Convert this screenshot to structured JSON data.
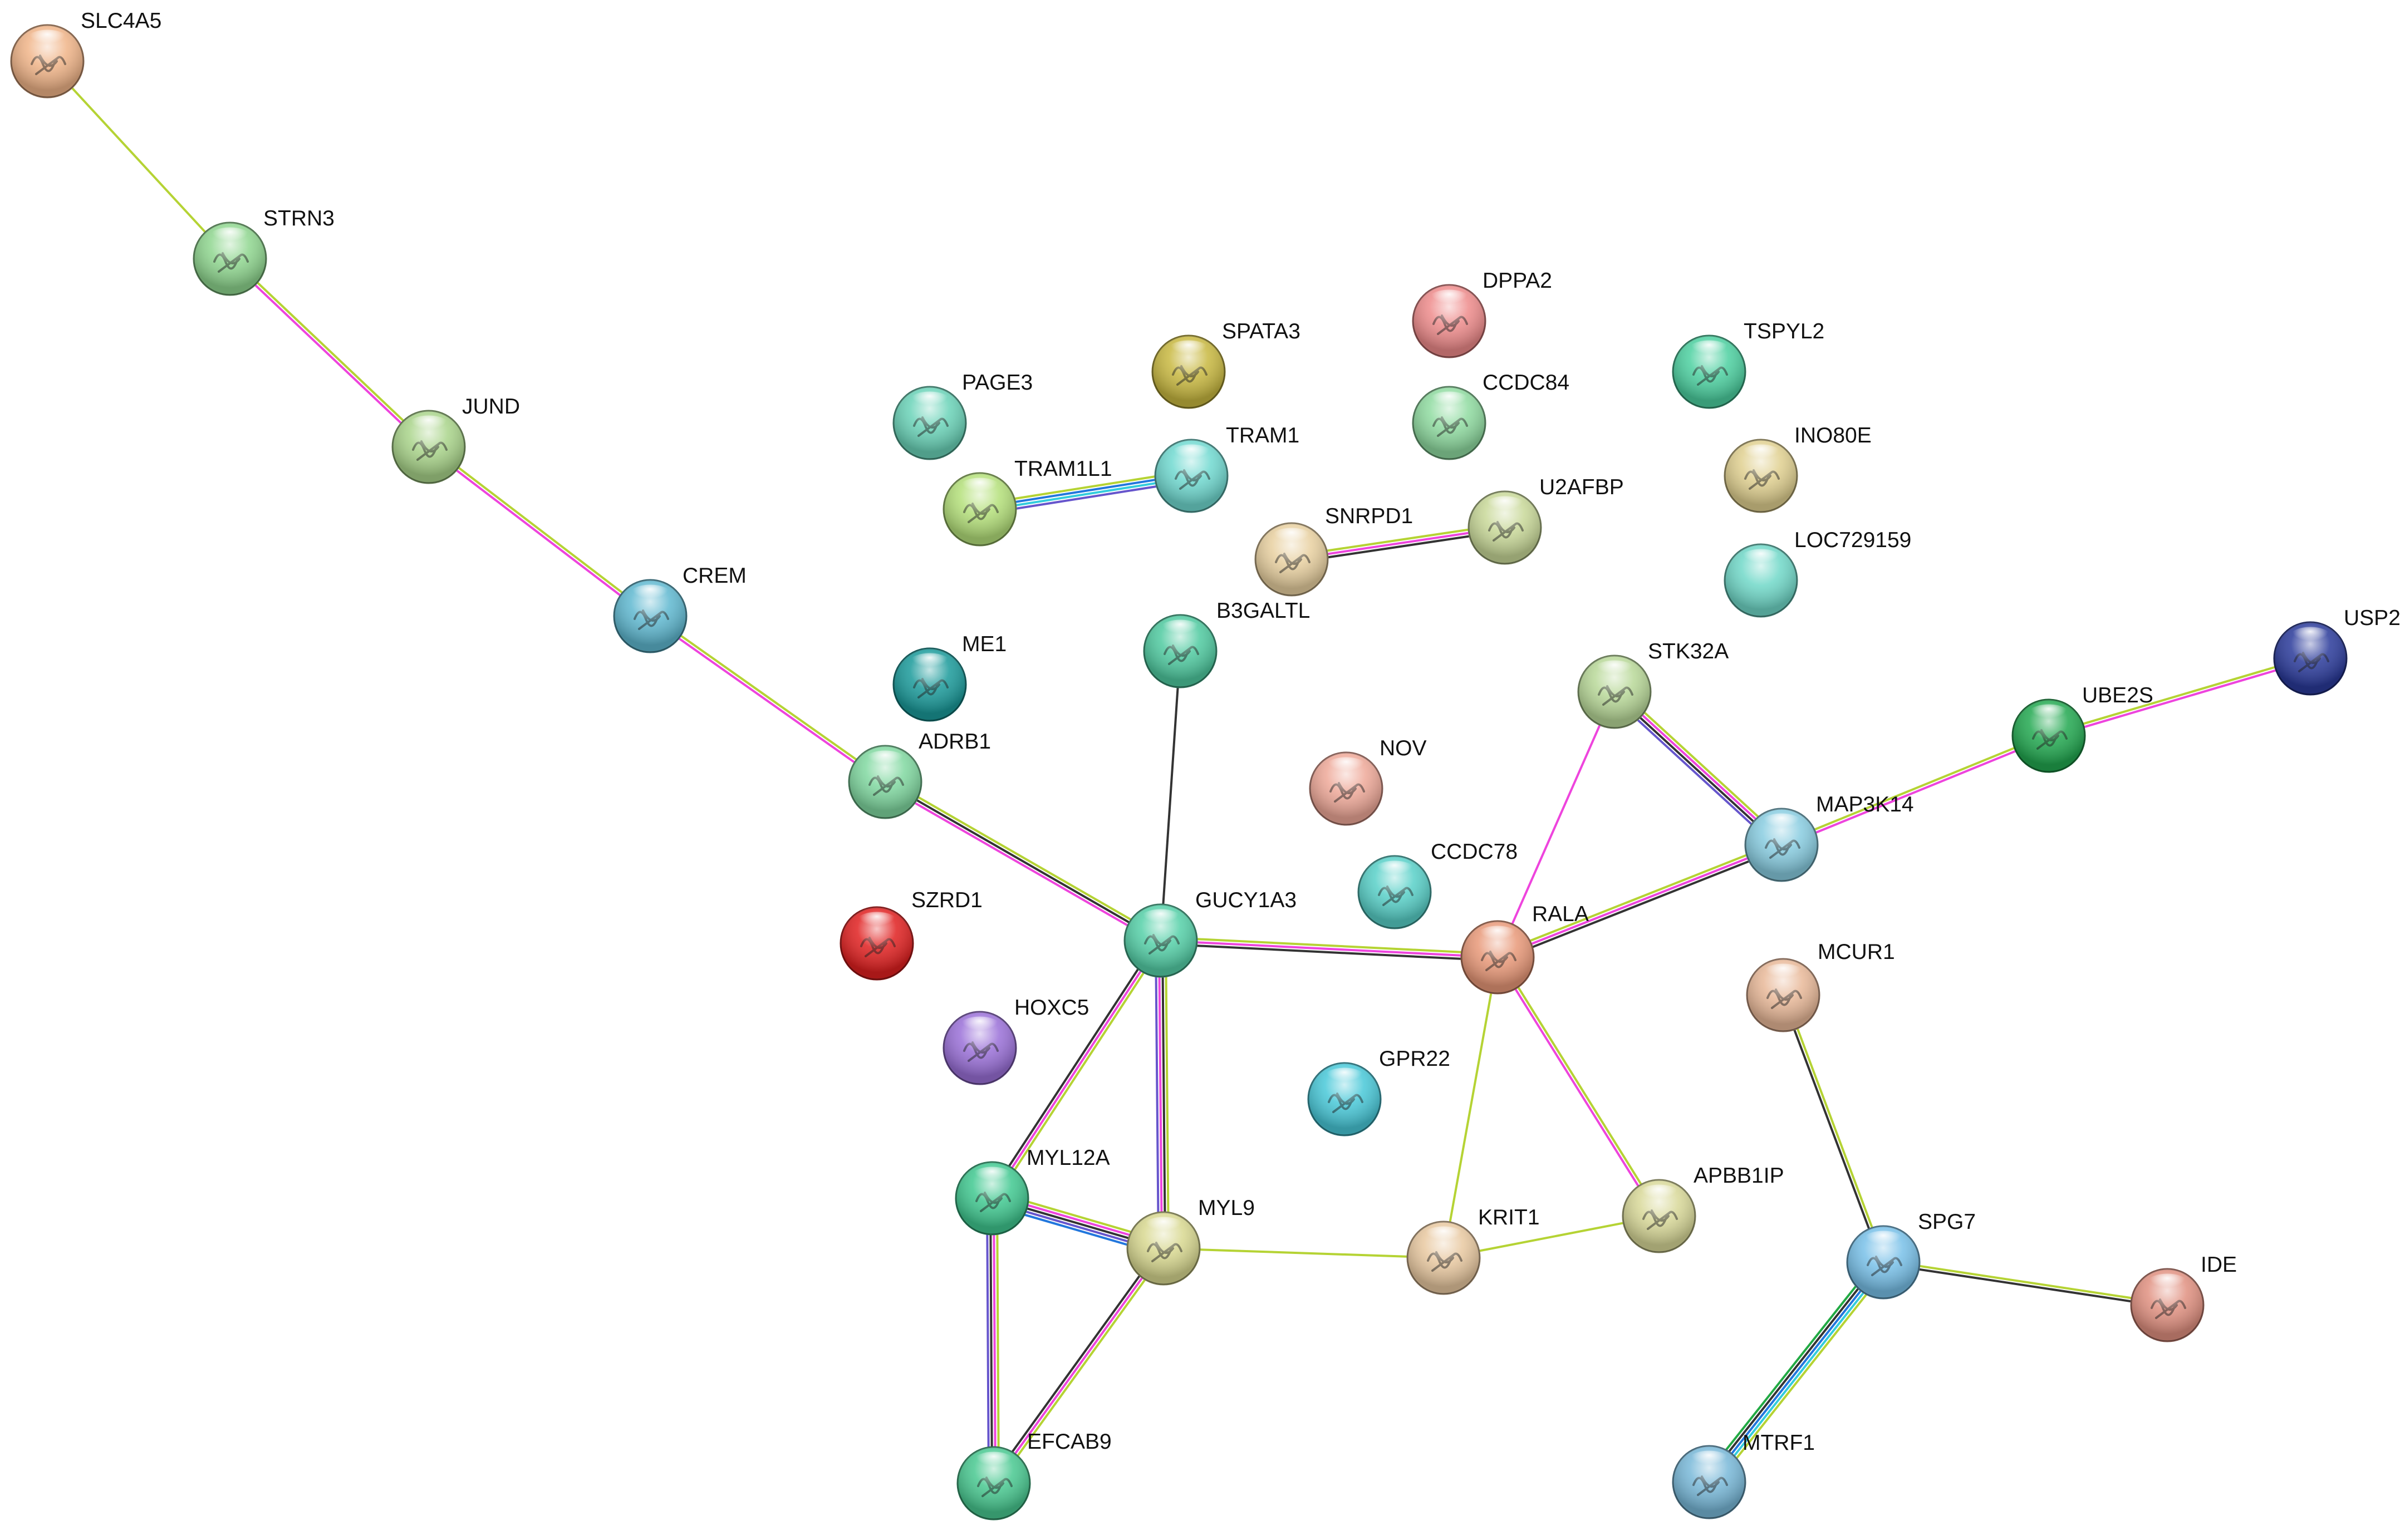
{
  "edge_colors": {
    "yellow_green": "#b5d334",
    "magenta": "#ee44dd",
    "black": "#333333",
    "purple": "#6655cc",
    "blue": "#2277dd",
    "cyan": "#33ccdd",
    "green": "#22aa44"
  },
  "nodes": [
    {
      "id": "SLC4A5",
      "label": "SLC4A5",
      "color": "#f0b488"
    },
    {
      "id": "STRN3",
      "label": "STRN3",
      "color": "#8fd68f"
    },
    {
      "id": "JUND",
      "label": "JUND",
      "color": "#a9d48a"
    },
    {
      "id": "CREM",
      "label": "CREM",
      "color": "#5fb8d0"
    },
    {
      "id": "ME1",
      "label": "ME1",
      "color": "#1a9a9a"
    },
    {
      "id": "ADRB1",
      "label": "ADRB1",
      "color": "#80d8a0"
    },
    {
      "id": "PAGE3",
      "label": "PAGE3",
      "color": "#6ad3b8"
    },
    {
      "id": "SPATA3",
      "label": "SPATA3",
      "color": "#c8b840"
    },
    {
      "id": "TRAM1L1",
      "label": "TRAM1L1",
      "color": "#b4e07a"
    },
    {
      "id": "TRAM1",
      "label": "TRAM1",
      "color": "#70d9d0"
    },
    {
      "id": "DPPA2",
      "label": "DPPA2",
      "color": "#ee8b8b"
    },
    {
      "id": "CCDC84",
      "label": "CCDC84",
      "color": "#8fdba0"
    },
    {
      "id": "TSPYL2",
      "label": "TSPYL2",
      "color": "#4cd0a0"
    },
    {
      "id": "INO80E",
      "label": "INO80E",
      "color": "#e0d090"
    },
    {
      "id": "LOC729159",
      "label": "LOC729159",
      "color": "#70d8c8"
    },
    {
      "id": "U2AFBP",
      "label": "U2AFBP",
      "color": "#c8d898"
    },
    {
      "id": "SNRPD1",
      "label": "SNRPD1",
      "color": "#e8d0a0"
    },
    {
      "id": "B3GALTL",
      "label": "B3GALTL",
      "color": "#4fcaa0"
    },
    {
      "id": "STK32A",
      "label": "STK32A",
      "color": "#b8d898"
    },
    {
      "id": "USP2",
      "label": "USP2",
      "color": "#2a3a9a"
    },
    {
      "id": "UBE2S",
      "label": "UBE2S",
      "color": "#22a850"
    },
    {
      "id": "MAP3K14",
      "label": "MAP3K14",
      "color": "#88cce0"
    },
    {
      "id": "NOV",
      "label": "NOV",
      "color": "#eea898"
    },
    {
      "id": "CCDC78",
      "label": "CCDC78",
      "color": "#58d0c8"
    },
    {
      "id": "GUCY1A3",
      "label": "GUCY1A3",
      "color": "#55d0a8"
    },
    {
      "id": "RALA",
      "label": "RALA",
      "color": "#e89878"
    },
    {
      "id": "SZRD1",
      "label": "SZRD1",
      "color": "#e02020"
    },
    {
      "id": "HOXC5",
      "label": "HOXC5",
      "color": "#9a70d8"
    },
    {
      "id": "GPR22",
      "label": "GPR22",
      "color": "#48c8d8"
    },
    {
      "id": "MCUR1",
      "label": "MCUR1",
      "color": "#e8b898"
    },
    {
      "id": "MYL12A",
      "label": "MYL12A",
      "color": "#40c890"
    },
    {
      "id": "MYL9",
      "label": "MYL9",
      "color": "#d8d890"
    },
    {
      "id": "KRIT1",
      "label": "KRIT1",
      "color": "#e8c8a0"
    },
    {
      "id": "APBB1IP",
      "label": "APBB1IP",
      "color": "#d8d898"
    },
    {
      "id": "SPG7",
      "label": "SPG7",
      "color": "#78c0e8"
    },
    {
      "id": "IDE",
      "label": "IDE",
      "color": "#e09080"
    },
    {
      "id": "EFCAB9",
      "label": "EFCAB9",
      "color": "#48c890"
    },
    {
      "id": "MTRF1",
      "label": "MTRF1",
      "color": "#78b8d8"
    }
  ],
  "edges": [
    {
      "source": "SLC4A5",
      "target": "STRN3",
      "colors": [
        "yellow_green"
      ]
    },
    {
      "source": "STRN3",
      "target": "JUND",
      "colors": [
        "yellow_green",
        "magenta"
      ]
    },
    {
      "source": "JUND",
      "target": "CREM",
      "colors": [
        "yellow_green",
        "magenta"
      ]
    },
    {
      "source": "CREM",
      "target": "ADRB1",
      "colors": [
        "yellow_green",
        "magenta"
      ]
    },
    {
      "source": "ADRB1",
      "target": "GUCY1A3",
      "colors": [
        "yellow_green",
        "black",
        "magenta"
      ]
    },
    {
      "source": "TRAM1L1",
      "target": "TRAM1",
      "colors": [
        "yellow_green",
        "blue",
        "cyan",
        "purple"
      ]
    },
    {
      "source": "SNRPD1",
      "target": "U2AFBP",
      "colors": [
        "yellow_green",
        "magenta",
        "black"
      ]
    },
    {
      "source": "B3GALTL",
      "target": "GUCY1A3",
      "colors": [
        "black"
      ]
    },
    {
      "source": "GUCY1A3",
      "target": "RALA",
      "colors": [
        "yellow_green",
        "magenta",
        "black"
      ]
    },
    {
      "source": "GUCY1A3",
      "target": "MYL12A",
      "colors": [
        "yellow_green",
        "magenta",
        "black"
      ]
    },
    {
      "source": "GUCY1A3",
      "target": "MYL9",
      "colors": [
        "yellow_green",
        "black",
        "magenta",
        "purple"
      ]
    },
    {
      "source": "STK32A",
      "target": "RALA",
      "colors": [
        "magenta"
      ]
    },
    {
      "source": "STK32A",
      "target": "MAP3K14",
      "colors": [
        "yellow_green",
        "magenta",
        "black",
        "purple"
      ]
    },
    {
      "source": "RALA",
      "target": "MAP3K14",
      "colors": [
        "yellow_green",
        "magenta",
        "black"
      ]
    },
    {
      "source": "MAP3K14",
      "target": "UBE2S",
      "colors": [
        "yellow_green",
        "magenta"
      ]
    },
    {
      "source": "UBE2S",
      "target": "USP2",
      "colors": [
        "yellow_green",
        "magenta"
      ]
    },
    {
      "source": "RALA",
      "target": "KRIT1",
      "colors": [
        "yellow_green"
      ]
    },
    {
      "source": "RALA",
      "target": "APBB1IP",
      "colors": [
        "yellow_green",
        "magenta"
      ]
    },
    {
      "source": "MYL9",
      "target": "KRIT1",
      "colors": [
        "yellow_green"
      ]
    },
    {
      "source": "KRIT1",
      "target": "APBB1IP",
      "colors": [
        "yellow_green"
      ]
    },
    {
      "source": "MYL12A",
      "target": "MYL9",
      "colors": [
        "yellow_green",
        "magenta",
        "black",
        "purple",
        "blue"
      ]
    },
    {
      "source": "MYL12A",
      "target": "EFCAB9",
      "colors": [
        "yellow_green",
        "magenta",
        "black",
        "purple"
      ]
    },
    {
      "source": "MYL9",
      "target": "EFCAB9",
      "colors": [
        "yellow_green",
        "magenta",
        "black"
      ]
    },
    {
      "source": "MCUR1",
      "target": "SPG7",
      "colors": [
        "yellow_green",
        "black"
      ]
    },
    {
      "source": "SPG7",
      "target": "IDE",
      "colors": [
        "yellow_green",
        "black"
      ]
    },
    {
      "source": "SPG7",
      "target": "MTRF1",
      "colors": [
        "yellow_green",
        "cyan",
        "blue",
        "black",
        "green"
      ]
    }
  ]
}
